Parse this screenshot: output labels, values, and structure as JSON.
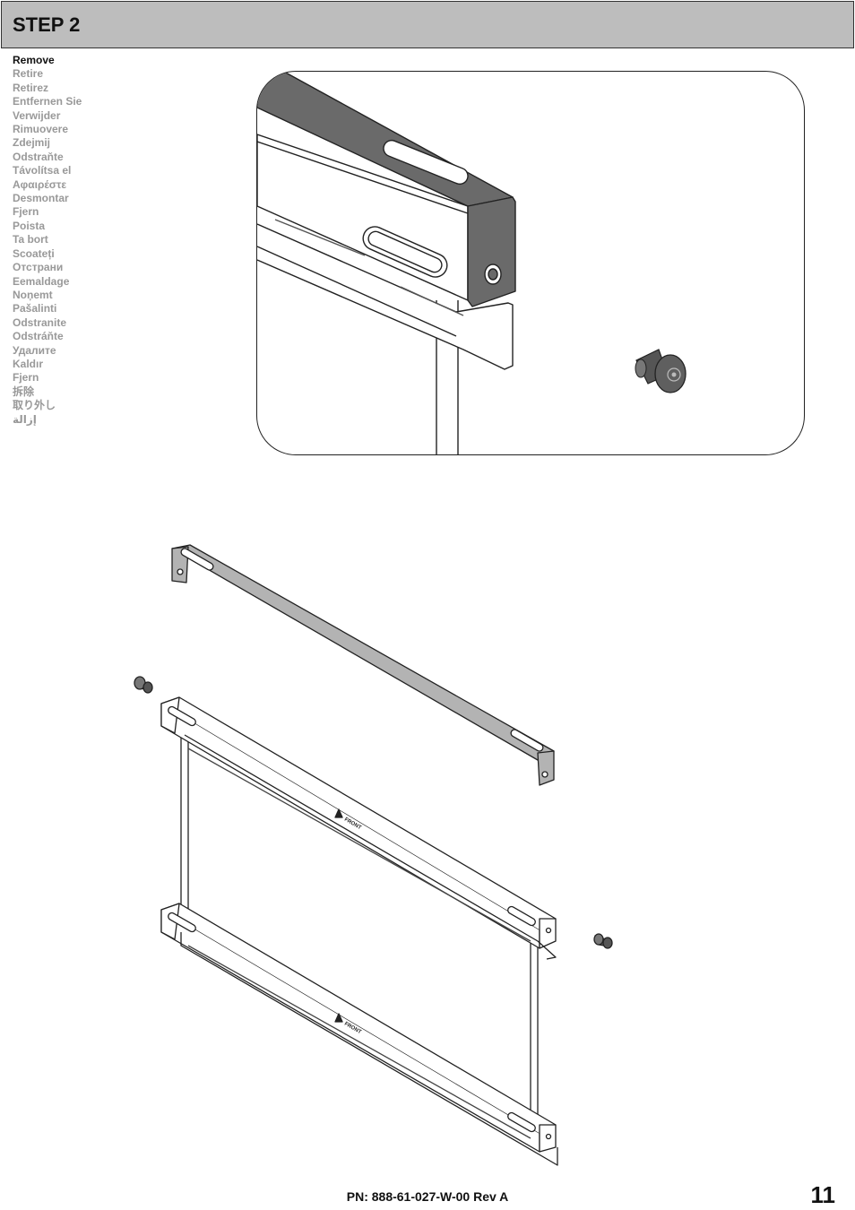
{
  "header": {
    "title": "STEP 2"
  },
  "instructions": [
    "Remove",
    "Retire",
    "Retirez",
    "Entfernen Sie",
    "Verwijder",
    "Rimuovere",
    "Zdejmij",
    "Odstraňte",
    "Távolítsa el",
    "Αφαιρέστε",
    "Desmontar",
    "Fjern",
    "Poista",
    "Ta bort",
    "Scoateți",
    "Отстрани",
    "Eemaldage",
    "Noņemt",
    "Pašalinti",
    "Odstranite",
    "Odstráňte",
    "Удалите",
    "Kaldır",
    "Fjern",
    "拆除",
    "取り外し",
    "إزالة"
  ],
  "bracket_label": "FRONT",
  "footer": {
    "part_number": "PN: 888-61-027-W-00 Rev A",
    "page_number": "11"
  },
  "colors": {
    "header_bg": "#bdbdbd",
    "bar_gray": "#b3b3b3",
    "dark_gray": "#6a6a6a",
    "secondary_text": "#999999"
  }
}
